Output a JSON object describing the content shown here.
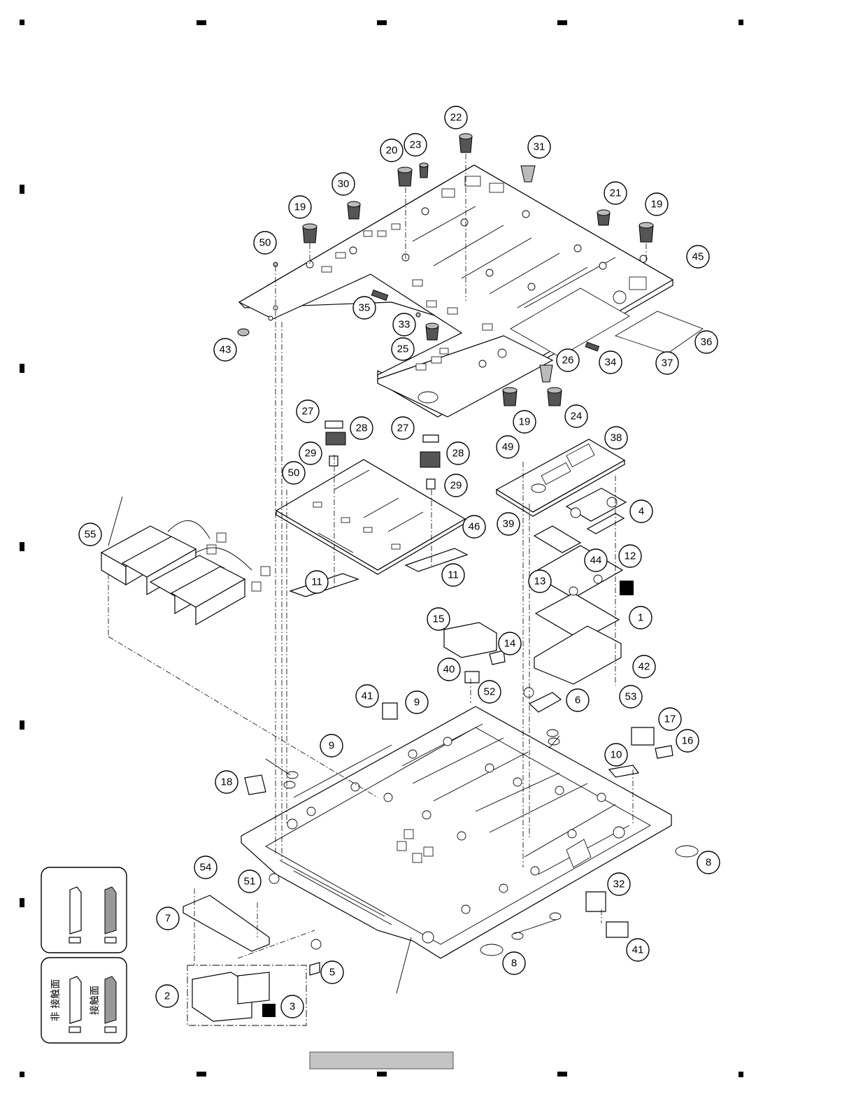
{
  "diagram": {
    "callouts": [
      {
        "label": "22"
      },
      {
        "label": "23"
      },
      {
        "label": "20"
      },
      {
        "label": "31"
      },
      {
        "label": "30"
      },
      {
        "label": "21"
      },
      {
        "label": "19"
      },
      {
        "label": "19"
      },
      {
        "label": "50"
      },
      {
        "label": "45"
      },
      {
        "label": "35"
      },
      {
        "label": "33"
      },
      {
        "label": "43"
      },
      {
        "label": "36"
      },
      {
        "label": "25"
      },
      {
        "label": "34"
      },
      {
        "label": "37"
      },
      {
        "label": "26"
      },
      {
        "label": "19"
      },
      {
        "label": "24"
      },
      {
        "label": "27"
      },
      {
        "label": "28"
      },
      {
        "label": "27"
      },
      {
        "label": "28"
      },
      {
        "label": "29"
      },
      {
        "label": "29"
      },
      {
        "label": "50"
      },
      {
        "label": "46"
      },
      {
        "label": "11"
      },
      {
        "label": "11"
      },
      {
        "label": "55"
      },
      {
        "label": "49"
      },
      {
        "label": "38"
      },
      {
        "label": "4"
      },
      {
        "label": "39"
      },
      {
        "label": "44"
      },
      {
        "label": "12"
      },
      {
        "label": "13"
      },
      {
        "label": "1"
      },
      {
        "label": "15"
      },
      {
        "label": "14"
      },
      {
        "label": "42"
      },
      {
        "label": "40"
      },
      {
        "label": "52"
      },
      {
        "label": "53"
      },
      {
        "label": "6"
      },
      {
        "label": "41"
      },
      {
        "label": "9"
      },
      {
        "label": "9"
      },
      {
        "label": "17"
      },
      {
        "label": "16"
      },
      {
        "label": "10"
      },
      {
        "label": "18"
      },
      {
        "label": "8"
      },
      {
        "label": "54"
      },
      {
        "label": "51"
      },
      {
        "label": "7"
      },
      {
        "label": "32"
      },
      {
        "label": "41"
      },
      {
        "label": "8"
      },
      {
        "label": "5"
      },
      {
        "label": "2"
      },
      {
        "label": "3"
      }
    ],
    "legend": {
      "label_non_contact": "非 接触面",
      "label_contact": "接触面"
    },
    "footer_bar_color": "#c4c4c4"
  }
}
